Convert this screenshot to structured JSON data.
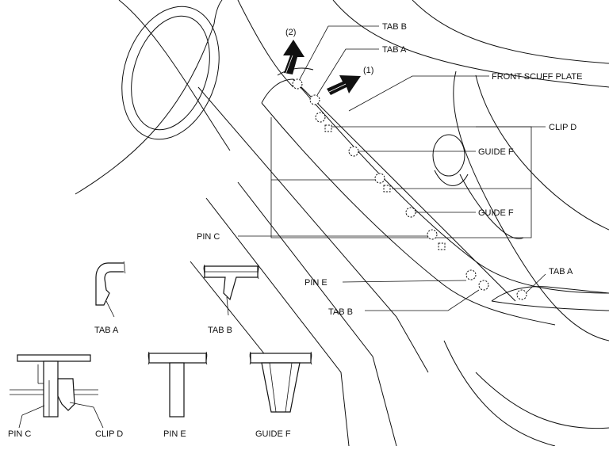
{
  "labels": {
    "tab_b_top": "TAB B",
    "tab_a_top": "TAB A",
    "front_scuff_plate": "FRONT SCUFF PLATE",
    "clip_d": "CLIP D",
    "guide_f_1": "GUIDE F",
    "guide_f_2": "GUIDE F",
    "pin_c": "PIN C",
    "pin_e": "PIN E",
    "tab_a_right": "TAB A",
    "tab_b_lower": "TAB B",
    "arrow_2": "(2)",
    "arrow_1": "(1)"
  },
  "details": {
    "tab_a": "TAB A",
    "tab_b": "TAB B",
    "pin_c": "PIN C",
    "clip_d": "CLIP D",
    "pin_e": "PIN E",
    "guide_f": "GUIDE F"
  }
}
